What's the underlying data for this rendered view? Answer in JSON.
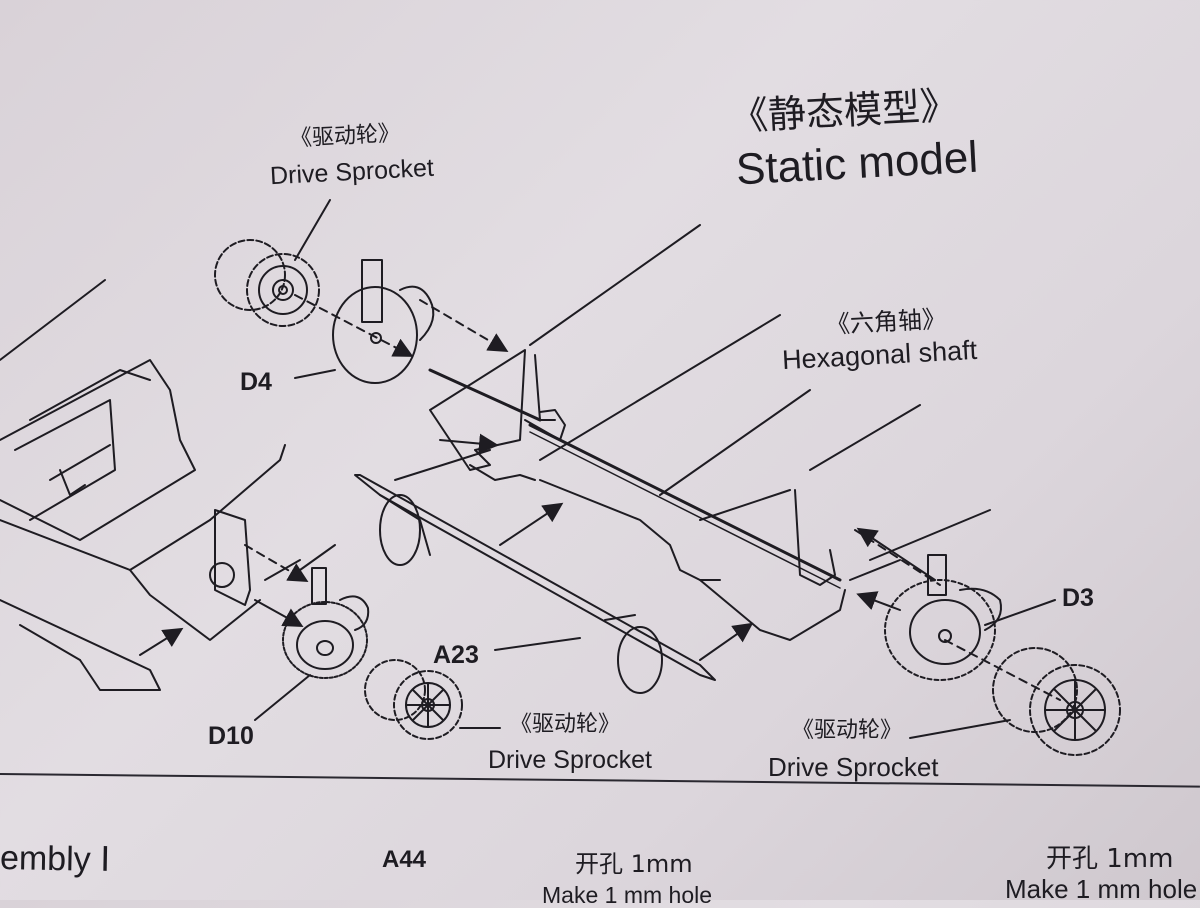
{
  "title": {
    "chinese": "《静态模型》",
    "english": "Static model"
  },
  "labels": {
    "drive_sprocket_cn": "《驱动轮》",
    "drive_sprocket_en": "Drive Sprocket",
    "hex_shaft_cn": "《六角轴》",
    "hex_shaft_en": "Hexagonal shaft"
  },
  "parts": {
    "d4": "D4",
    "d3": "D3",
    "d10": "D10",
    "a23": "A23",
    "a44": "A44"
  },
  "footer": {
    "assembly": "embly Ⅰ",
    "hole_cn": "开孔 1mm",
    "hole_en": "Make 1 mm hole"
  },
  "colors": {
    "paper": "#dcd6dc",
    "ink": "#1e1c22"
  }
}
